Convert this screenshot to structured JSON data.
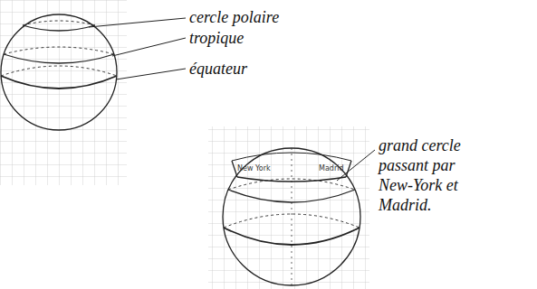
{
  "diagram": {
    "labels": [
      "cercle polaire",
      "tropique",
      "équateur",
      "New York",
      "Madrid",
      "grand cercle passant par New-York et Madrid."
    ]
  }
}
